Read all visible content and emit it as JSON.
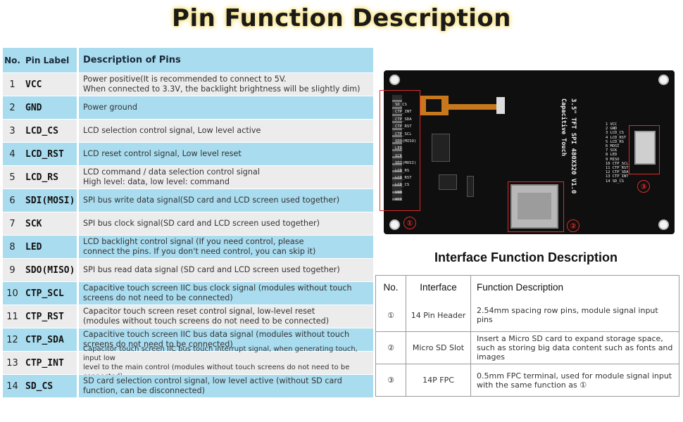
{
  "title": "Pin Function Description",
  "pin_table": {
    "headers": {
      "no": "No.",
      "label": "Pin Label",
      "desc": "Description of Pins"
    },
    "rows": [
      {
        "no": "1",
        "label": "VCC",
        "desc": [
          "Power positive(It is recommended to connect to 5V.",
          "When connected to 3.3V, the backlight brightness will be slightly dim)"
        ]
      },
      {
        "no": "2",
        "label": "GND",
        "desc": [
          "Power ground"
        ]
      },
      {
        "no": "3",
        "label": "LCD_CS",
        "desc": [
          "LCD selection control signal, Low level active"
        ]
      },
      {
        "no": "4",
        "label": "LCD_RST",
        "desc": [
          "LCD reset control signal, Low level reset"
        ]
      },
      {
        "no": "5",
        "label": "LCD_RS",
        "desc": [
          "LCD command / data selection control signal",
          "High level: data, low level: command"
        ]
      },
      {
        "no": "6",
        "label": "SDI(MOSI)",
        "desc": [
          "SPI bus write data signal(SD card and LCD screen used together)"
        ]
      },
      {
        "no": "7",
        "label": "SCK",
        "desc": [
          "SPI bus clock signal(SD card and LCD screen used together)"
        ]
      },
      {
        "no": "8",
        "label": "LED",
        "desc": [
          "LCD backlight control signal (If you need control, please",
          "connect the pins. If you don't need control, you can skip it)"
        ]
      },
      {
        "no": "9",
        "label": "SDO(MISO)",
        "desc": [
          "SPI bus read data signal (SD card and LCD screen used together)"
        ]
      },
      {
        "no": "10",
        "label": "CTP_SCL",
        "desc": [
          "Capacitive touch screen IIC bus clock signal (modules without touch",
          "screens do not need to be connected)"
        ]
      },
      {
        "no": "11",
        "label": "CTP_RST",
        "desc": [
          "Capacitor touch screen reset control signal, low-level reset",
          "(modules without touch screens do not need to be connected)"
        ]
      },
      {
        "no": "12",
        "label": "CTP_SDA",
        "desc": [
          "Capacitive touch screen IIC bus data signal (modules without touch",
          "screens do not need to be connected)"
        ]
      },
      {
        "no": "13",
        "label": "CTP_INT",
        "desc": [
          "Capacitor touch screen IIC bus touch interrupt signal, when generating touch, input low",
          "level to the main control (modules without touch screens do not need to be connected)"
        ]
      },
      {
        "no": "14",
        "label": "SD_CS",
        "desc": [
          "SD card selection control signal, low level active (without SD card",
          "function, can be disconnected)"
        ]
      }
    ]
  },
  "board": {
    "header_labels": [
      "SD_CS",
      "CTP_INT",
      "CTP_SDA",
      "CTP_RST",
      "CTP_SCL",
      "SDO(MISO)",
      "LED",
      "SCK",
      "SDI(MOSI)",
      "LCD_RS",
      "LCD_RST",
      "LCD_CS",
      "GND",
      "VCC"
    ],
    "model_line1": "3.5\" TFT SPI 480X320 V1.0",
    "model_line2": "Capacitive Touch",
    "fpc_labels": [
      "1 VCC",
      "2 GND",
      "3 LCD_CS",
      "4 LCD_RST",
      "5 LCD_RS",
      "6 MOSI",
      "7 SCK",
      "8 LED",
      "9 MISO",
      "10 CTP_SCL",
      "11 CTP_RST",
      "12 CTP_SDA",
      "13 CTP_INT",
      "14 SD_CS"
    ],
    "badges": [
      "①",
      "②",
      "③"
    ]
  },
  "interface": {
    "title": "Interface Function Description",
    "headers": {
      "no": "No.",
      "interface": "Interface",
      "desc": "Function Description"
    },
    "rows": [
      {
        "no": "①",
        "interface": "14 Pin Header",
        "desc": "2.54mm spacing row pins, module signal input pins"
      },
      {
        "no": "②",
        "interface": "Micro SD Slot",
        "desc": "Insert a Micro SD card to expand storage space, such as storing big data content such as fonts and images"
      },
      {
        "no": "③",
        "interface": "14P FPC",
        "desc": "0.5mm FPC terminal, used for module signal input with the same function as ①"
      }
    ]
  }
}
